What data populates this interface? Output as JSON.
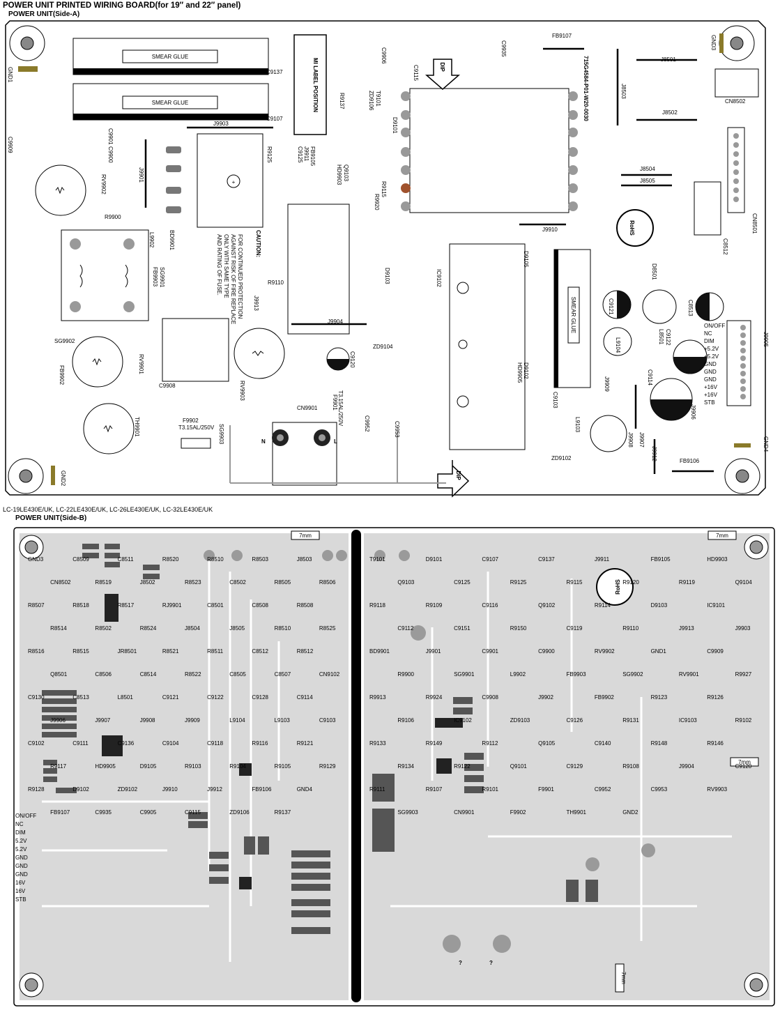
{
  "header": {
    "title": "POWER UNIT PRINTED WIRING BOARD(for 19″ and 22″ panel)",
    "side_a": "POWER UNIT(Side-A)",
    "models": "LC-19LE430E/UK, LC-22LE430E/UK, LC-26LE430E/UK, LC-32LE430E/UK",
    "side_b": "POWER UNIT(Side-B)"
  },
  "side_a": {
    "part_number": "715G4584-P01-W20-0030",
    "mi_label": "MI LABEL POSITION",
    "rohs": "RoHS",
    "smear_glue": "SMEAR GLUE",
    "dip": "DIP",
    "caution_title": "CAUTION:",
    "caution_lines": [
      "FOR CONTINUED PROTECTION",
      "AGAINST RISK OF FIRE REPLACE",
      "ONLY WITH SAME TYPE",
      "AND RATING OF FUSE."
    ],
    "fuse_rating_1": "T3.15AL/250V",
    "fuse_rating_2": "T3.15AL/250V",
    "pin_labels": [
      "ON/OFF",
      "NC",
      "DIM",
      "+5.2V",
      "+5.2V",
      "GND",
      "GND",
      "GND",
      "+16V",
      "+16V",
      "STB"
    ],
    "nl": [
      "N",
      "L"
    ],
    "refs": [
      "GND1",
      "GND2",
      "GND3",
      "GND4",
      "C9137",
      "C9107",
      "C9906",
      "C9115",
      "C9935",
      "FB9107",
      "J8501",
      "J8502",
      "J8503",
      "J8504",
      "J8505",
      "CN8502",
      "CN8501",
      "C8512",
      "C9909",
      "C9901",
      "C9900",
      "RV9902",
      "J9901",
      "J9903",
      "R9900",
      "L9902",
      "SG9901",
      "FB9903",
      "SG9902",
      "FB9902",
      "RV9901",
      "C9908",
      "TH9901",
      "F9902",
      "RV9903",
      "CN9901",
      "SG9903",
      "F9901",
      "C9952",
      "C9953",
      "R9137",
      "ZD9106",
      "T9101",
      "D9101",
      "FB9105",
      "J9911",
      "R9125",
      "C9125",
      "HD9903",
      "Q9103",
      "R9115",
      "R9920",
      "BD9901",
      "R9110",
      "J9913",
      "J9904",
      "D9103",
      "C9120",
      "ZD9104",
      "IC9102",
      "D9105",
      "D9102",
      "HD9905",
      "C9103",
      "L9103",
      "ZD9102",
      "J9909",
      "J9908",
      "J9907",
      "J9912",
      "J9910",
      "C9121",
      "C8513",
      "L8501",
      "C9122",
      "L9104",
      "C9114",
      "J9906",
      "CN8502",
      "FB9106",
      "D8501",
      "J9905"
    ]
  },
  "side_b": {
    "rohs": "RoHS",
    "dim_7mm": "7mm",
    "pin_labels": [
      "ON/OFF",
      "NC",
      "DIM",
      "5.2V",
      "5.2V",
      "GND",
      "GND",
      "GND",
      "16V",
      "16V",
      "STB"
    ],
    "question": "?",
    "refs": [
      "GND3",
      "C8509",
      "C8511",
      "R8520",
      "R8510",
      "R8503",
      "J8503",
      "CN8502",
      "R8519",
      "J8502",
      "R8523",
      "C8502",
      "R8505",
      "R8506",
      "R8507",
      "R8518",
      "R8517",
      "RJ9901",
      "C8501",
      "C8508",
      "R8508",
      "R8514",
      "R8502",
      "R8524",
      "J8504",
      "J8505",
      "R8510",
      "R8525",
      "R8516",
      "R8515",
      "JR8501",
      "R8521",
      "R8511",
      "C8512",
      "R8512",
      "Q8501",
      "C8506",
      "C8514",
      "R8522",
      "C8505",
      "C8507",
      "CN9102",
      "C9130",
      "C8513",
      "L8501",
      "C9121",
      "C9122",
      "C9128",
      "C9114",
      "J9906",
      "J9907",
      "J9908",
      "J9909",
      "L9104",
      "L9103",
      "C9103",
      "C9102",
      "C9111",
      "C9136",
      "C9104",
      "C9118",
      "R9116",
      "R9121",
      "R9117",
      "HD9905",
      "D9105",
      "R9103",
      "R9104",
      "R9105",
      "R9129",
      "R9128",
      "D9102",
      "ZD9102",
      "J9910",
      "J9912",
      "FB9106",
      "GND4",
      "FB9107",
      "C9935",
      "C9905",
      "C9115",
      "ZD9106",
      "R9137",
      "T9101",
      "D9101",
      "C9107",
      "C9137",
      "J9911",
      "FB9105",
      "HD9903",
      "Q9103",
      "C9125",
      "R9125",
      "R9115",
      "R9120",
      "R9119",
      "Q9104",
      "R9118",
      "R9109",
      "C9116",
      "Q9102",
      "R9114",
      "D9103",
      "IC9101",
      "C9112",
      "C9151",
      "R9150",
      "C9119",
      "R9110",
      "J9913",
      "J9903",
      "BD9901",
      "J9901",
      "C9901",
      "C9900",
      "RV9902",
      "GND1",
      "C9909",
      "R9900",
      "SG9901",
      "L9902",
      "FB9903",
      "SG9902",
      "RV9901",
      "R9927",
      "R9913",
      "R9924",
      "C9908",
      "J9902",
      "FB9902",
      "R9123",
      "R9126",
      "R9106",
      "IC9102",
      "ZD9103",
      "C9126",
      "R9131",
      "IC9103",
      "R9102",
      "R9133",
      "R9149",
      "R9112",
      "Q9105",
      "C9140",
      "R9148",
      "R9146",
      "R9134",
      "R9122",
      "Q9101",
      "C9129",
      "R9108",
      "J9904",
      "C9120",
      "R9111",
      "R9107",
      "R9101",
      "F9901",
      "C9952",
      "C9953",
      "RV9903",
      "SG9903",
      "CN9901",
      "F9902",
      "TH9901",
      "GND2"
    ]
  }
}
